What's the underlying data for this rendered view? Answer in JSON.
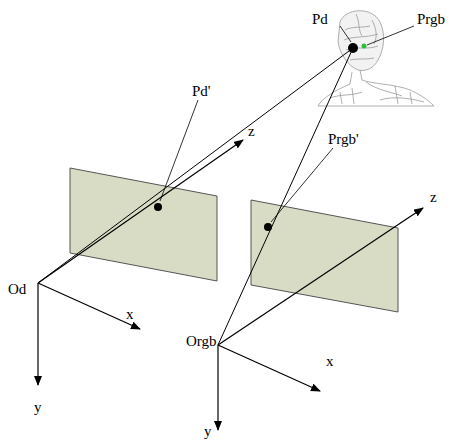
{
  "diagram": {
    "labels": [
      "Pd",
      "Prgb",
      "Pd'",
      "Prgb'",
      "z",
      "z",
      "x",
      "x",
      "Od",
      "Orgb",
      "y",
      "y"
    ]
  }
}
